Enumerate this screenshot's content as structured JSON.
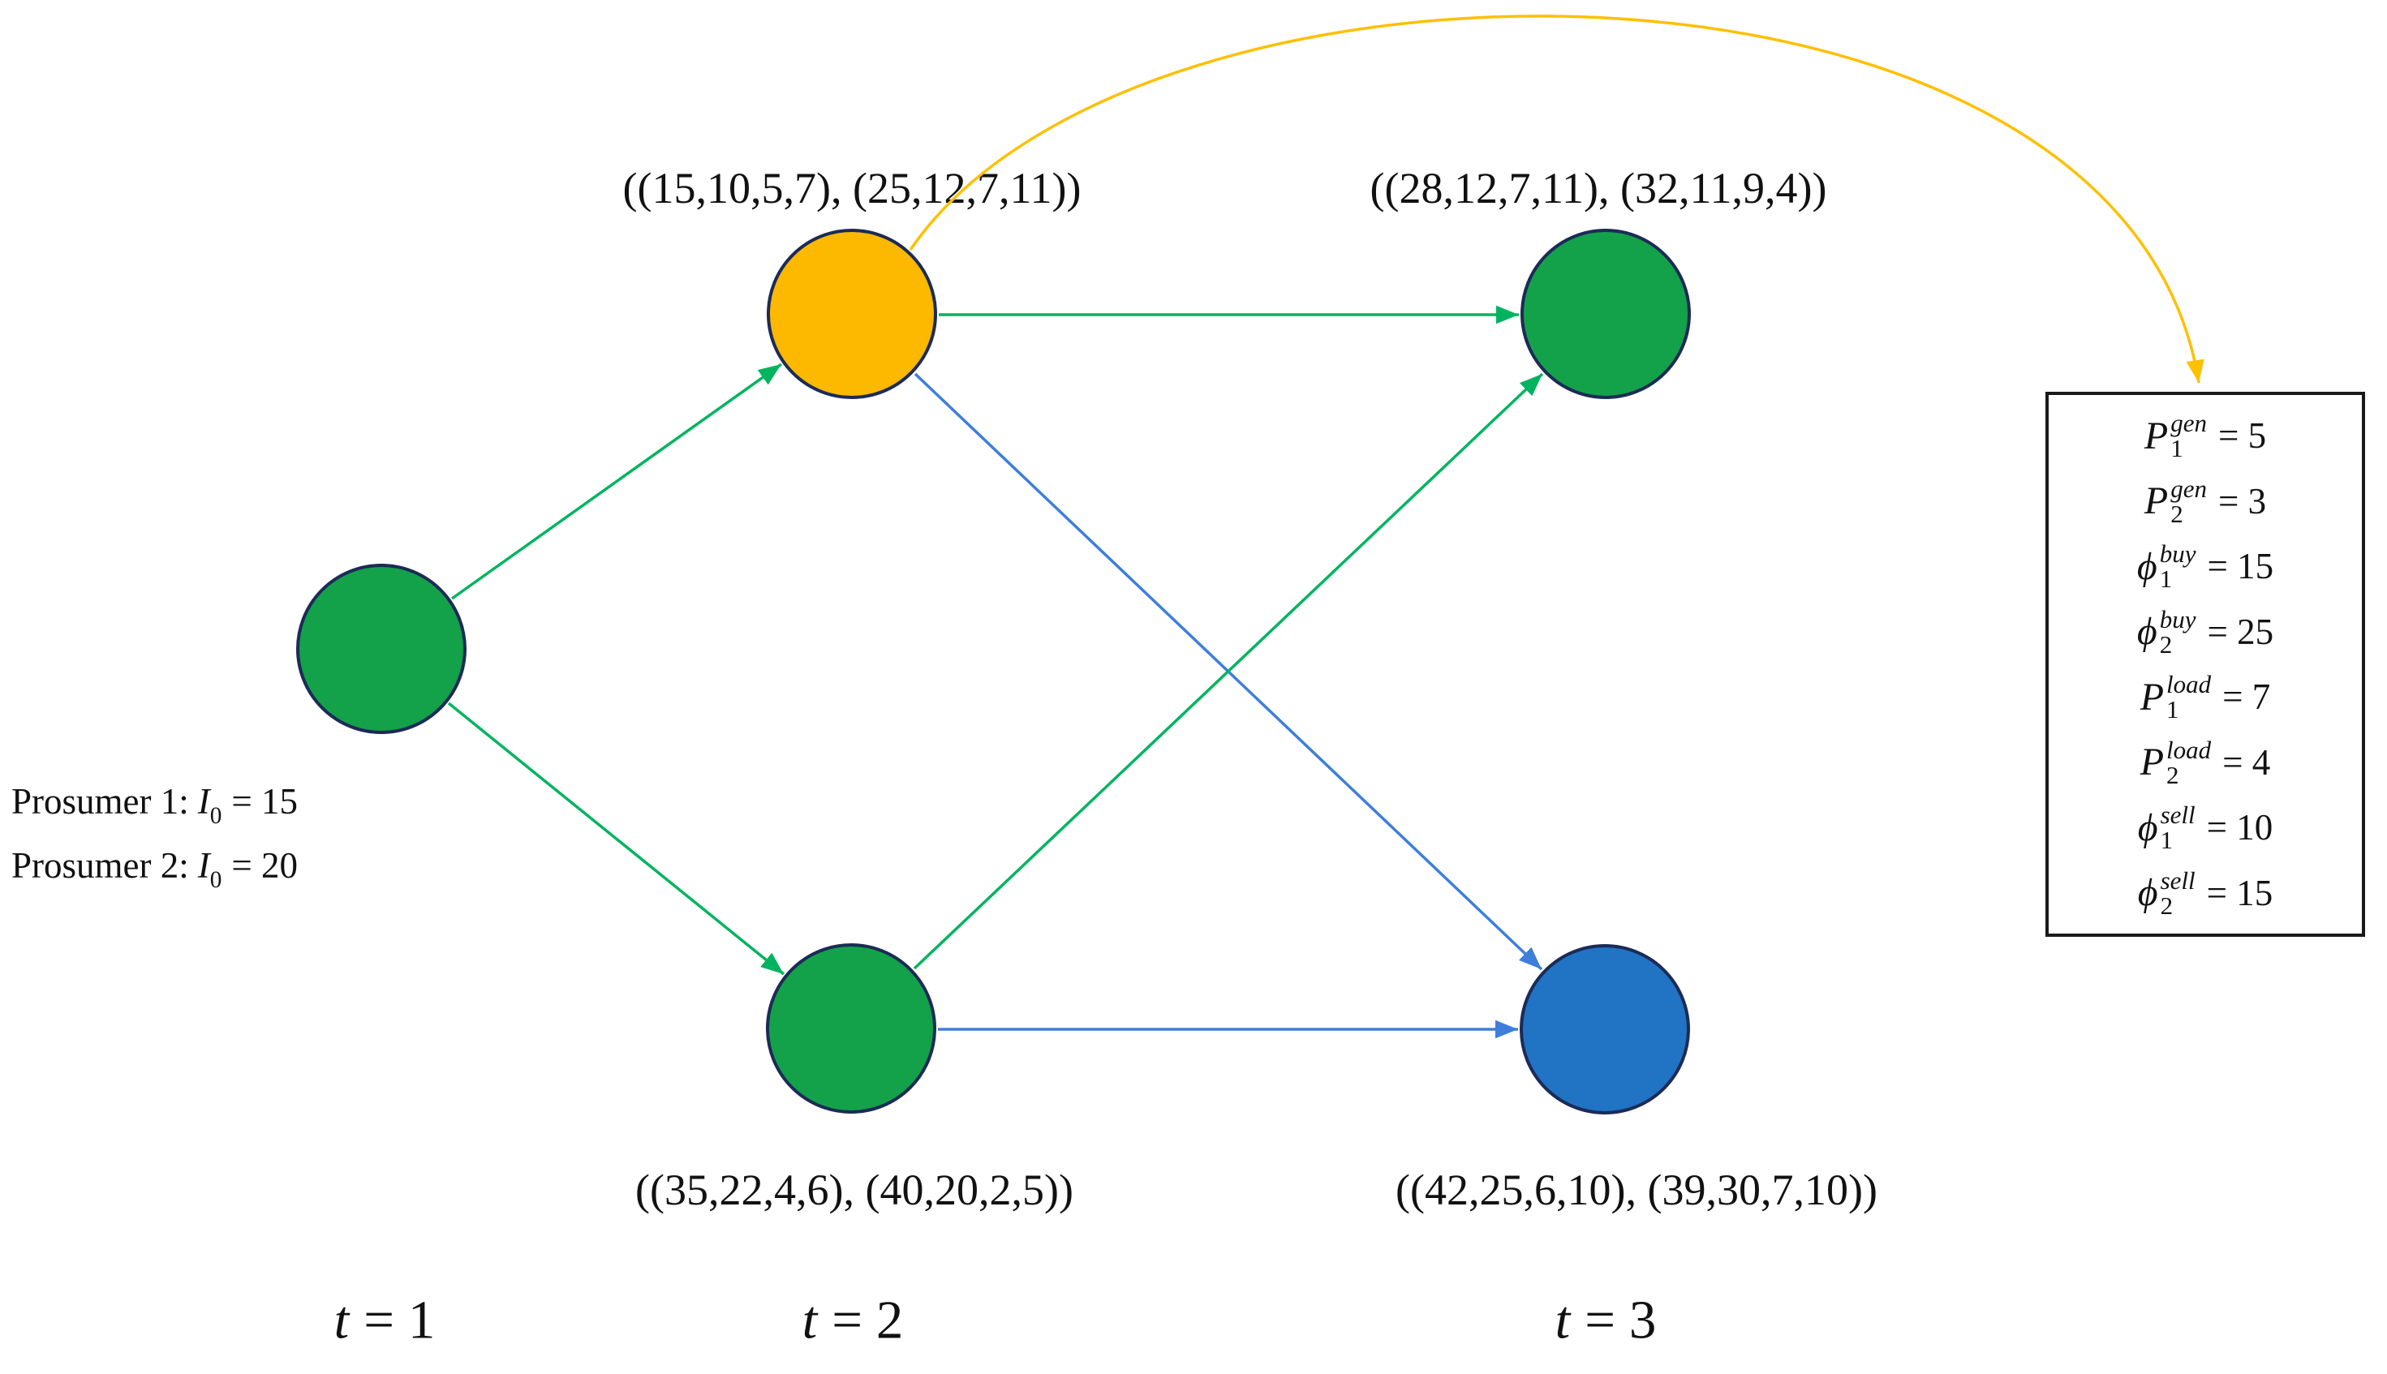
{
  "figure": {
    "colors": {
      "node_green": "#13a24a",
      "node_orange": "#fcb900",
      "node_blue": "#2173c4",
      "node_outline": "#1c2b56",
      "edge_green": "#00b45f",
      "edge_blue": "#3d7edb",
      "edge_gold": "#ffc000"
    },
    "node_labels": {
      "t2_top": "((15,10,5,7), (25,12,7,11))",
      "t3_top": "((28,12,7,11), (32,11,9,4))",
      "t2_bottom": "((35,22,4,6), (40,20,2,5))",
      "t3_bottom": "((42,25,6,10), (39,30,7,10))"
    },
    "prosumer_note": {
      "lines": [
        {
          "label": "Prosumer 1:",
          "symbol": "I",
          "subscript": "0",
          "value": "= 15"
        },
        {
          "label": "Prosumer 2:",
          "symbol": "I",
          "subscript": "0",
          "value": "= 20"
        }
      ]
    },
    "time_axis": [
      {
        "symbol": "t",
        "value": "= 1"
      },
      {
        "symbol": "t",
        "value": "= 2"
      },
      {
        "symbol": "t",
        "value": "= 3"
      }
    ],
    "legend": {
      "items": [
        {
          "base": "P",
          "sup": "gen",
          "sub": "1",
          "value": "= 5"
        },
        {
          "base": "P",
          "sup": "gen",
          "sub": "2",
          "value": "= 3"
        },
        {
          "base": "ϕ",
          "sup": "buy",
          "sub": "1",
          "value": "= 15"
        },
        {
          "base": "ϕ",
          "sup": "buy",
          "sub": "2",
          "value": "= 25"
        },
        {
          "base": "P",
          "sup": "load",
          "sub": "1",
          "value": "= 7"
        },
        {
          "base": "P",
          "sup": "load",
          "sub": "2",
          "value": "= 4"
        },
        {
          "base": "ϕ",
          "sup": "sell",
          "sub": "1",
          "value": "= 10"
        },
        {
          "base": "ϕ",
          "sup": "sell",
          "sub": "2",
          "value": "= 15"
        }
      ]
    }
  }
}
